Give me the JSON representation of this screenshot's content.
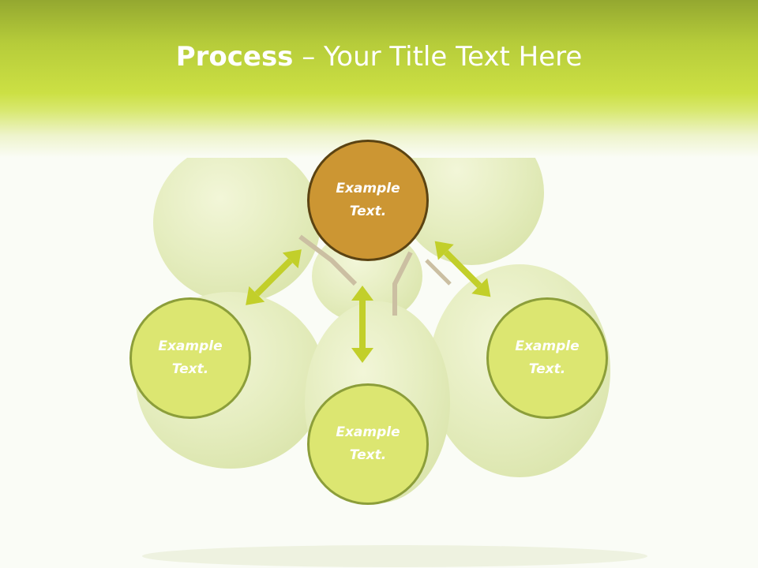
{
  "slide": {
    "title_bold": "Process",
    "title_rest": " – Your Title Text Here"
  },
  "diagram": {
    "nodes": {
      "top": {
        "label": "Example Text."
      },
      "left": {
        "label": "Example Text."
      },
      "bottom": {
        "label": "Example Text."
      },
      "right": {
        "label": "Example Text."
      }
    }
  },
  "colors": {
    "header_dark": "#94a830",
    "header_light": "#cce044",
    "node_green_fill": "#dce671",
    "node_green_border": "#8c9e3a",
    "node_highlight_fill": "#cc9633",
    "node_highlight_border": "#5b4312",
    "arrow": "#c2cf2a",
    "background": "#fafcf6"
  }
}
